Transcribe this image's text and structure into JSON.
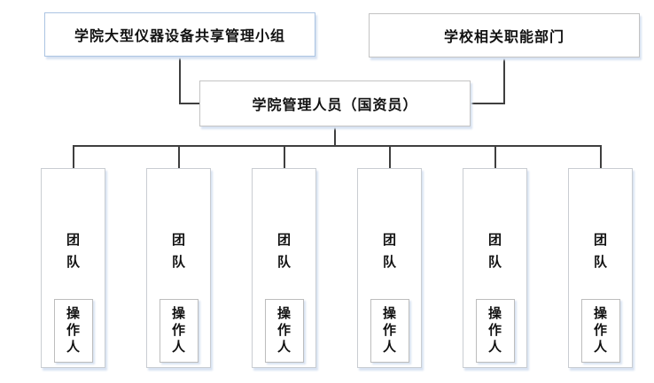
{
  "diagram": {
    "top_left_box": {
      "label": "学院大型仪器设备共享管理小组"
    },
    "top_right_box": {
      "label": "学校相关职能部门"
    },
    "middle_box": {
      "label": "学院管理人员（国资员）"
    },
    "teams": [
      {
        "label": "团队",
        "operator_label": "操作人"
      },
      {
        "label": "团队",
        "operator_label": "操作人"
      },
      {
        "label": "团队",
        "operator_label": "操作人"
      },
      {
        "label": "团队",
        "operator_label": "操作人"
      },
      {
        "label": "团队",
        "operator_label": "操作人"
      },
      {
        "label": "团队",
        "operator_label": "操作人"
      }
    ],
    "colors": {
      "line": "#3f3f3f",
      "border_blue": "#abc4e2",
      "border_gray": "#c3c3c3",
      "team_border": "#c9cdd2",
      "operator_border": "#bdbdbd",
      "shadow": "#d8e2f2",
      "text": "#111111",
      "background": "#ffffff"
    }
  }
}
